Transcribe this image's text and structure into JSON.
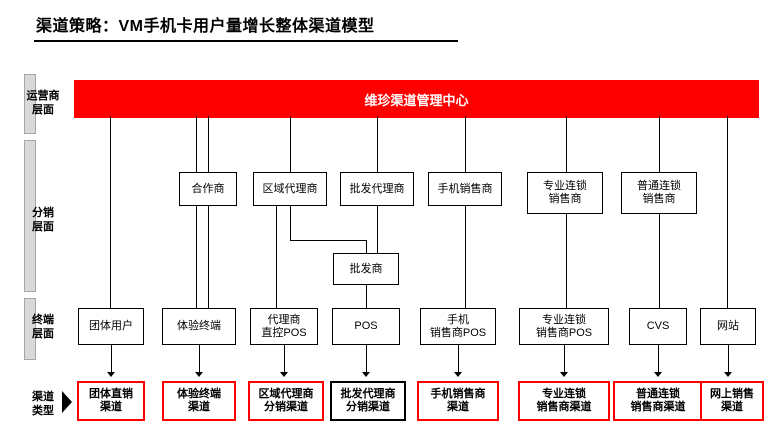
{
  "title": "渠道策略：VM手机卡用户量增长整体渠道模型",
  "row_labels": [
    {
      "name": "operator-layer-label",
      "text_lines": [
        "运营商",
        "层面"
      ]
    },
    {
      "name": "distribution-layer-label",
      "text_lines": [
        "分销",
        "层面"
      ]
    },
    {
      "name": "terminal-layer-label",
      "text_lines": [
        "终端",
        "层面"
      ]
    },
    {
      "name": "channel-type-label",
      "text_lines": [
        "渠道",
        "类型"
      ]
    }
  ],
  "master": {
    "label": "维珍渠道管理中心",
    "color": "#ff0000",
    "text_color": "#ffffff"
  },
  "distribution_nodes": [
    {
      "name": "node-partner",
      "label": "合作商"
    },
    {
      "name": "node-regional-agent",
      "label": "区域代理商"
    },
    {
      "name": "node-wholesale-agent",
      "label": "批发代理商"
    },
    {
      "name": "node-phone-seller",
      "label": "手机销售商"
    },
    {
      "name": "node-pro-chain-seller",
      "label": "专业连锁\n销售商"
    },
    {
      "name": "node-general-chain-seller",
      "label": "普通连锁\n销售商"
    }
  ],
  "wholesaler_node": {
    "name": "node-wholesaler",
    "label": "批发商"
  },
  "terminal_nodes": [
    {
      "name": "terminal-group-user",
      "label": "团体用户"
    },
    {
      "name": "terminal-experience",
      "label": "体验终端"
    },
    {
      "name": "terminal-agent-pos",
      "label": "代理商\n直控POS"
    },
    {
      "name": "terminal-pos",
      "label": "POS"
    },
    {
      "name": "terminal-phone-pos",
      "label": "手机\n销售商POS"
    },
    {
      "name": "terminal-pro-chain-pos",
      "label": "专业连锁\n销售商POS"
    },
    {
      "name": "terminal-cvs",
      "label": "CVS"
    },
    {
      "name": "terminal-website",
      "label": "网站"
    }
  ],
  "channel_types": [
    {
      "name": "channel-direct",
      "label": "团体直销\n渠道"
    },
    {
      "name": "channel-experience",
      "label": "体验终端\n渠道"
    },
    {
      "name": "channel-regional",
      "label": "区域代理商\n分销渠道"
    },
    {
      "name": "channel-wholesale",
      "label": "批发代理商\n分销渠道"
    },
    {
      "name": "channel-phone",
      "label": "手机销售商\n渠道"
    },
    {
      "name": "channel-pro-chain",
      "label": "专业连锁\n销售商渠道"
    },
    {
      "name": "channel-general-chain",
      "label": "普通连锁\n销售商渠道"
    },
    {
      "name": "channel-online",
      "label": "网上销售\n渠道"
    }
  ]
}
